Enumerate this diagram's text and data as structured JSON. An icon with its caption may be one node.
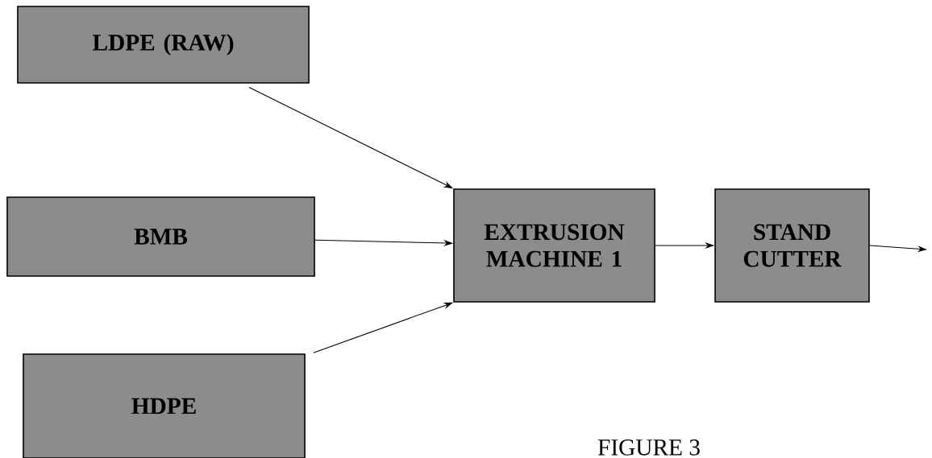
{
  "diagram": {
    "caption": "FIGURE 3",
    "nodes": [
      {
        "text": [
          "LDPE (RAW)"
        ]
      },
      {
        "text": [
          "BMB"
        ]
      },
      {
        "text": [
          "HDPE"
        ]
      },
      {
        "text": [
          "EXTRUSION MACHINE 1"
        ]
      },
      {
        "text": [
          "STAND CUTTER"
        ]
      }
    ],
    "edges": [
      {
        "from": 0,
        "to": 3,
        "arrow": "to"
      },
      {
        "from": 1,
        "to": 3,
        "arrow": "to"
      },
      {
        "from": 2,
        "to": 3,
        "arrow": "to"
      },
      {
        "from": 3,
        "to": 4,
        "arrow": "to"
      },
      {
        "from": 4,
        "to": null,
        "arrow": "to"
      }
    ]
  }
}
